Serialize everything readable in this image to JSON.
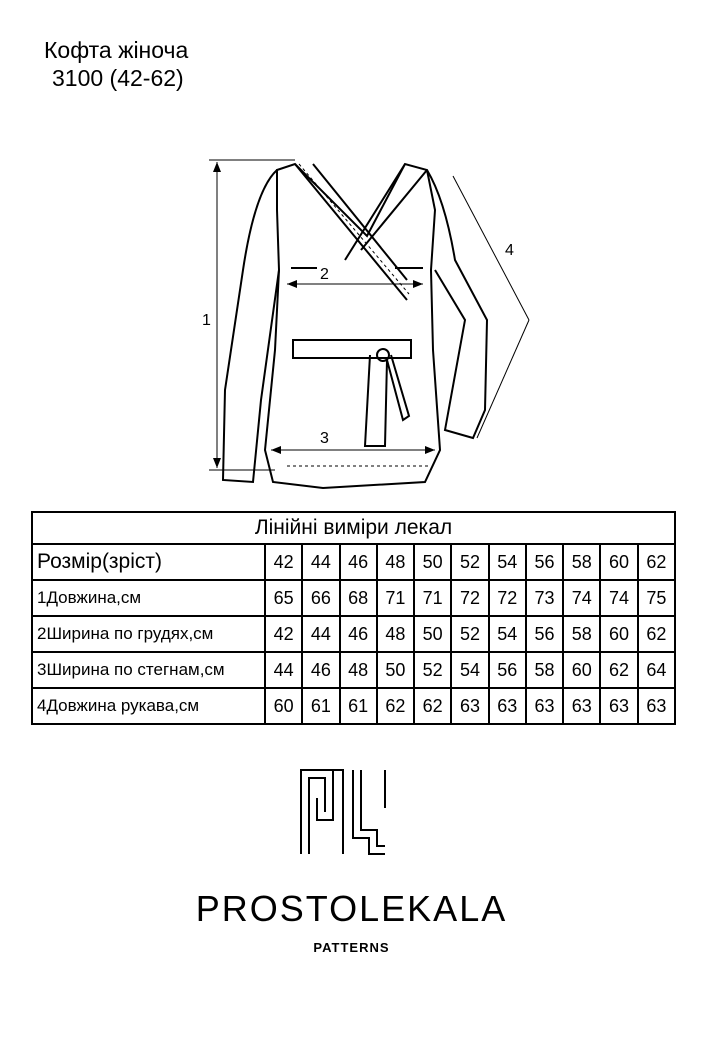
{
  "title": {
    "line1": "Кофта жіноча",
    "line2": "3100 (42-62)"
  },
  "sketch": {
    "labels": [
      "1",
      "2",
      "3",
      "4"
    ]
  },
  "table": {
    "caption": "Лінійні виміри лекал",
    "header": {
      "label": "Розмір(зріст)",
      "sizes": [
        "42",
        "44",
        "46",
        "48",
        "50",
        "52",
        "54",
        "56",
        "58",
        "60",
        "62"
      ]
    },
    "rows": [
      {
        "label": "1Довжина,см",
        "values": [
          "65",
          "66",
          "68",
          "71",
          "71",
          "72",
          "72",
          "73",
          "74",
          "74",
          "75"
        ]
      },
      {
        "label": "2Ширина по грудях,см",
        "values": [
          "42",
          "44",
          "46",
          "48",
          "50",
          "52",
          "54",
          "56",
          "58",
          "60",
          "62"
        ]
      },
      {
        "label": "3Ширина по стегнам,см",
        "values": [
          "44",
          "46",
          "48",
          "50",
          "52",
          "54",
          "56",
          "58",
          "60",
          "62",
          "64"
        ]
      },
      {
        "label": "4Довжина рукава,см",
        "values": [
          "60",
          "61",
          "61",
          "62",
          "62",
          "63",
          "63",
          "63",
          "63",
          "63",
          "63"
        ]
      }
    ]
  },
  "brand": {
    "name": "PROSTOLEKALA",
    "sub": "PATTERNS",
    "logo": "PL"
  }
}
